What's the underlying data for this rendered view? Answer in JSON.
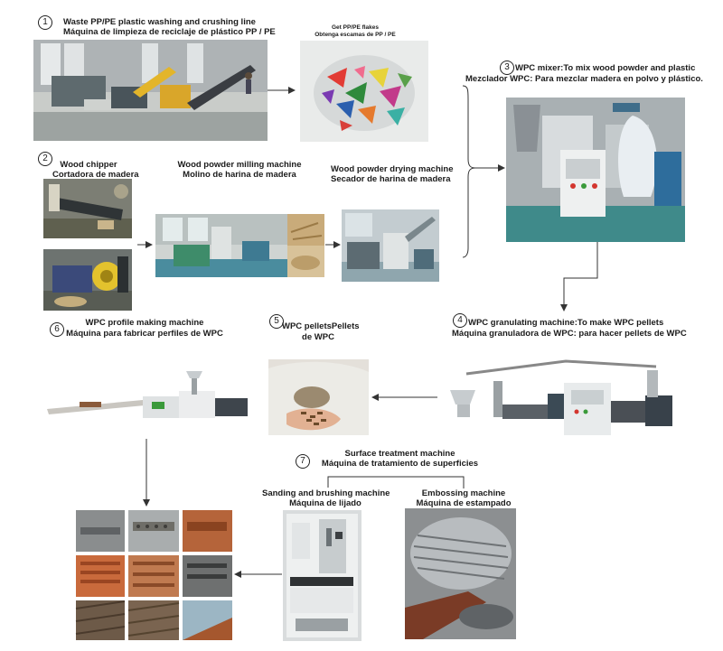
{
  "step1": {
    "number": "1",
    "title_en": "Waste PP/PE plastic washing and crushing line",
    "title_es": "Máquina de limpieza de reciclaje de plástico PP / PE",
    "flakes_en": "Get PP/PE flakes",
    "flakes_es": "Obtenga escamas de PP / PE"
  },
  "step2": {
    "number": "2",
    "chipper_en": "Wood chipper",
    "chipper_es": "Cortadora de madera",
    "milling_en": "Wood powder milling machine",
    "milling_es": "Molino de harina de madera",
    "drying_en": "Wood powder drying machine",
    "drying_es": "Secador de harina de madera"
  },
  "step3": {
    "number": "3",
    "title_en": "WPC mixer:To mix wood powder and plastic",
    "title_es": "Mezclador WPC: Para mezclar madera en polvo y plástico."
  },
  "step4": {
    "number": "4",
    "title_en": "WPC granulating machine:To make WPC pellets",
    "title_es": "Máquina granuladora de WPC: para hacer pellets de WPC"
  },
  "step5": {
    "number": "5",
    "title_en": "WPC pelletsPellets",
    "title_es": "de WPC"
  },
  "step6": {
    "number": "6",
    "title_en": "WPC profile making machine",
    "title_es": "Máquina para fabricar perfiles de WPC"
  },
  "step7": {
    "number": "7",
    "title_en": "Surface treatment machine",
    "title_es": "Máquina de tratamiento de superficies",
    "sanding_en": "Sanding and brushing machine",
    "sanding_es": "Máquina de lijado",
    "embossing_en": "Embossing machine",
    "embossing_es": "Máquina de estampado"
  }
}
